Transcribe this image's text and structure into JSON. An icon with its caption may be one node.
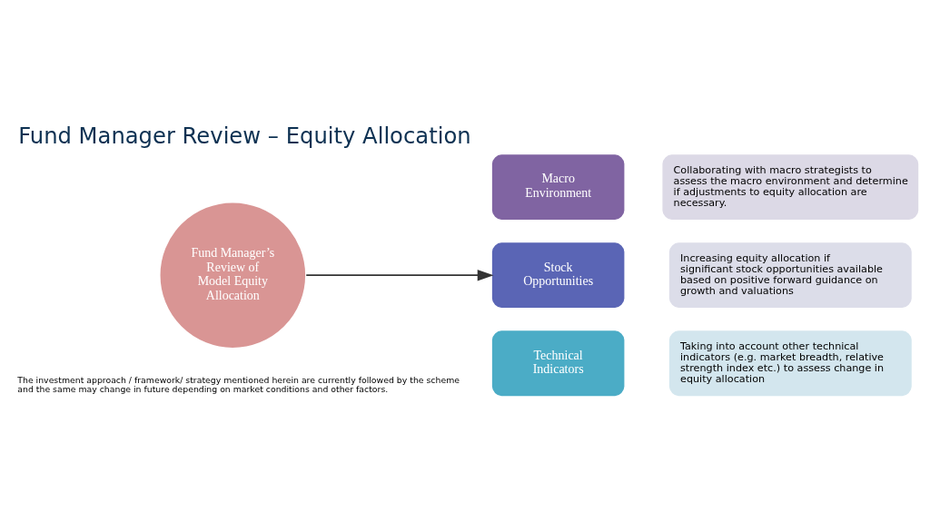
{
  "diagram": {
    "title": "Fund Manager Review – Equity Allocation",
    "nodes": [
      {
        "text": [
          "Fund Manager’s Review of Model Equity Allocation"
        ]
      },
      {
        "text": [
          "Macro Environment"
        ]
      },
      {
        "text": [
          "Collaborating with macro strategists to assess the macro environment and determine if adjustments to equity allocation are necessary."
        ]
      },
      {
        "text": [
          "Stock Opportunities"
        ]
      },
      {
        "text": [
          "Increasing equity allocation if significant stock opportunities available based on positive forward guidance on growth and valuations"
        ]
      },
      {
        "text": [
          "Technical Indicators"
        ]
      },
      {
        "text": [
          "Taking into account other technical indicators (e.g. market breadth, relative strength index etc.) to assess change in equity allocation"
        ]
      }
    ],
    "edges": [
      {
        "from": 0,
        "to": 3,
        "arrow": "to"
      }
    ],
    "labels": [
      "The investment approach / framework/ strategy mentioned herein are currently followed by the scheme and the same may change in future depending on market conditions and other factors."
    ]
  }
}
